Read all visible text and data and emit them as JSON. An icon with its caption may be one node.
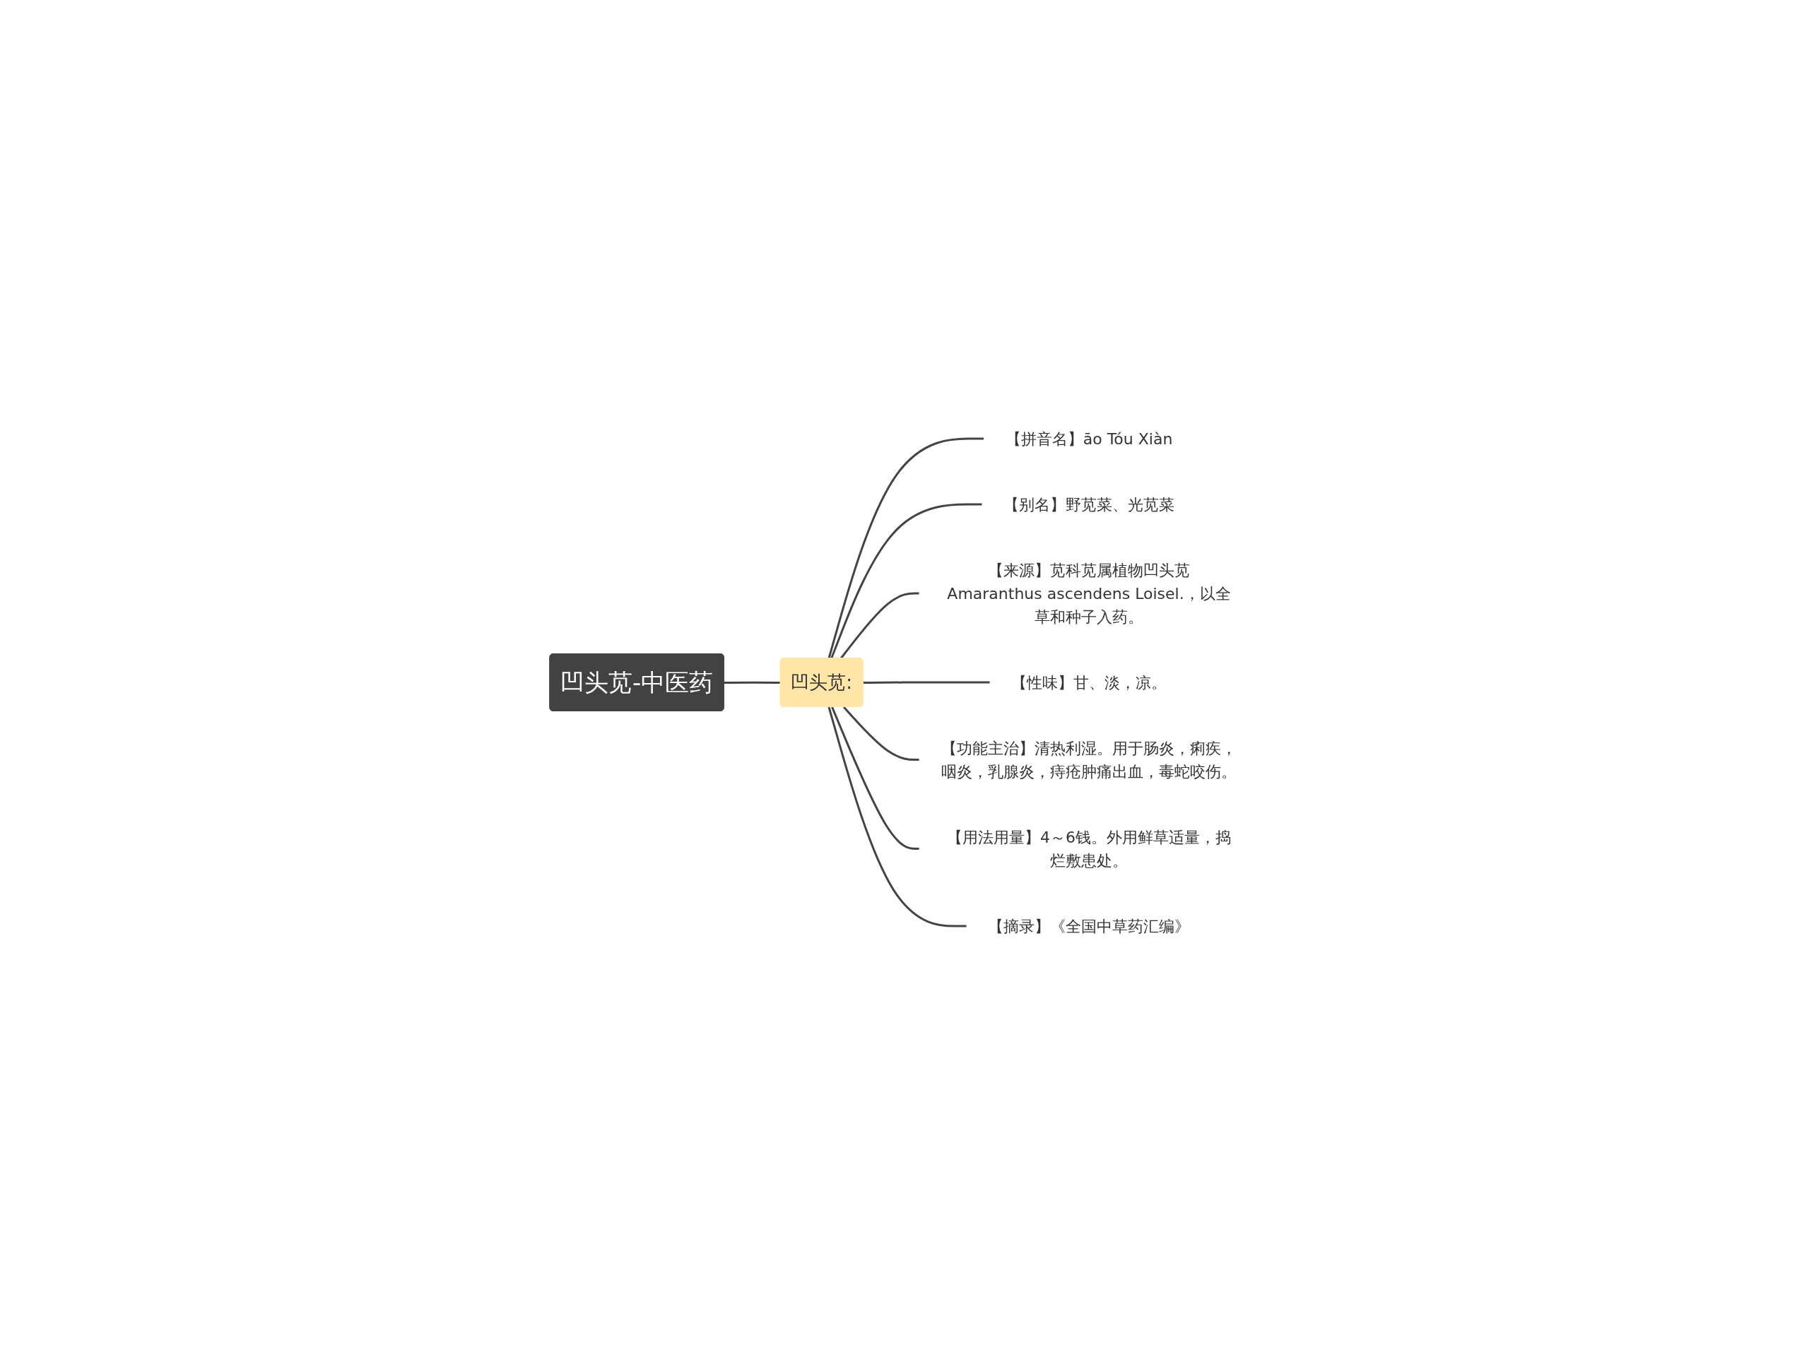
{
  "diagram": {
    "nodes": [
      {
        "text": [
          "凹头苋-中医药"
        ]
      },
      {
        "text": [
          "凹头苋:"
        ]
      },
      {
        "text": [
          "【拼音名】āo Tóu Xiàn"
        ]
      },
      {
        "text": [
          "【别名】野苋菜、光苋菜"
        ]
      },
      {
        "text": [
          "【来源】苋科苋属植物凹头苋Amaranthus ascendens Loisel.，以全草和种子入药。"
        ]
      },
      {
        "text": [
          "【性味】甘、淡，凉。"
        ]
      },
      {
        "text": [
          "【功能主治】清热利湿。用于肠炎，痢疾，咽炎，乳腺炎，痔疮肿痛出血，毒蛇咬伤。"
        ]
      },
      {
        "text": [
          "【用法用量】4～6钱。外用鲜草适量，捣烂敷患处。"
        ]
      },
      {
        "text": [
          "【摘录】《全国中草药汇编》"
        ]
      }
    ],
    "edges": [
      {
        "from": 0,
        "to": 1,
        "arrow": "none"
      },
      {
        "from": 1,
        "to": 2,
        "arrow": "none"
      },
      {
        "from": 1,
        "to": 3,
        "arrow": "none"
      },
      {
        "from": 1,
        "to": 4,
        "arrow": "none"
      },
      {
        "from": 1,
        "to": 5,
        "arrow": "none"
      },
      {
        "from": 1,
        "to": 6,
        "arrow": "none"
      },
      {
        "from": 1,
        "to": 7,
        "arrow": "none"
      },
      {
        "from": 1,
        "to": 8,
        "arrow": "none"
      }
    ]
  }
}
